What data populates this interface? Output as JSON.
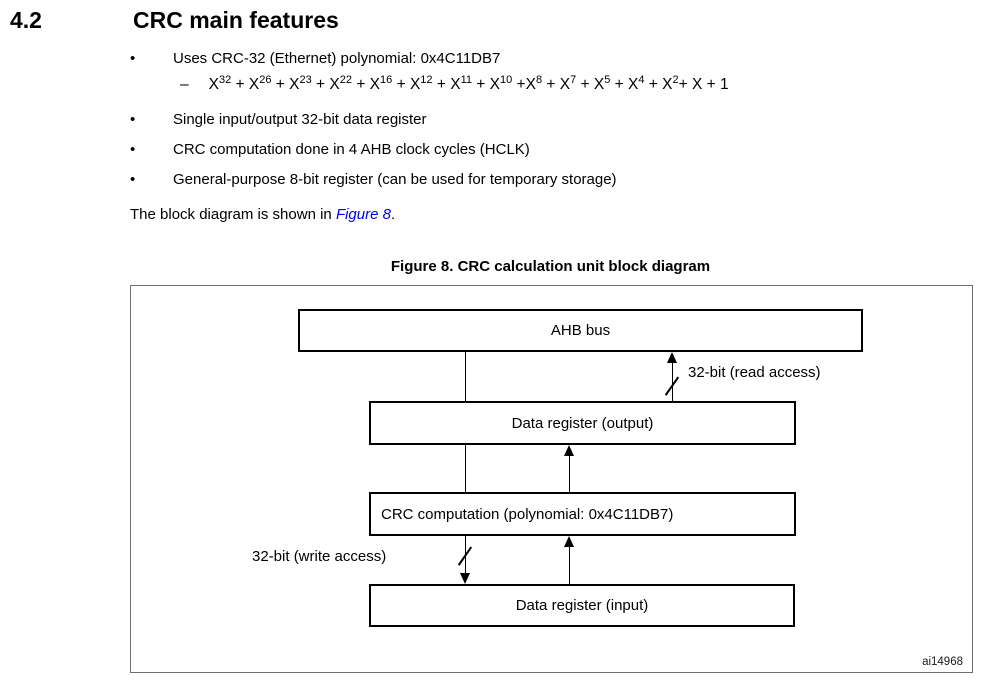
{
  "section": {
    "number": "4.2",
    "title": "CRC main features"
  },
  "bullet_glyph": "•",
  "bullets": [
    {
      "text": "Uses CRC-32 (Ethernet) polynomial: 0x4C11DB7"
    },
    {
      "text": "Single input/output 32-bit data register"
    },
    {
      "text": "CRC computation done in 4 AHB clock cycles (HCLK)"
    },
    {
      "text": "General-purpose 8-bit register (can be used for temporary storage)"
    }
  ],
  "polynomial": {
    "dash": "–",
    "segments": [
      {
        "base": "X",
        "sup": "32"
      },
      {
        "base": " + X",
        "sup": "26"
      },
      {
        "base": " + X",
        "sup": "23"
      },
      {
        "base": " + X",
        "sup": "22"
      },
      {
        "base": " + X",
        "sup": "16"
      },
      {
        "base": " + X",
        "sup": "12"
      },
      {
        "base": " + X",
        "sup": "11"
      },
      {
        "base": " + X",
        "sup": "10"
      },
      {
        "base": " +X",
        "sup": "8"
      },
      {
        "base": " + X",
        "sup": "7"
      },
      {
        "base": " + X",
        "sup": "5"
      },
      {
        "base": " + X",
        "sup": "4"
      },
      {
        "base": " + X",
        "sup": "2"
      },
      {
        "base": "+ X + 1",
        "sup": ""
      }
    ]
  },
  "paragraph": {
    "prefix": "The block diagram is shown in ",
    "link": "Figure 8",
    "suffix": "."
  },
  "figure": {
    "caption": "Figure 8. CRC calculation unit block diagram",
    "blocks": {
      "ahb": "AHB bus",
      "output": "Data register (output)",
      "crc": "CRC computation (polynomial: 0x4C11DB7)",
      "input": "Data register (input)"
    },
    "labels": {
      "read": "32-bit (read access)",
      "write": "32-bit (write access)"
    },
    "watermark": "ai14968"
  },
  "colors": {
    "link_blue": "#0000EE",
    "diagram_line": "#000000",
    "frame_gray": "#6E6E6E"
  }
}
